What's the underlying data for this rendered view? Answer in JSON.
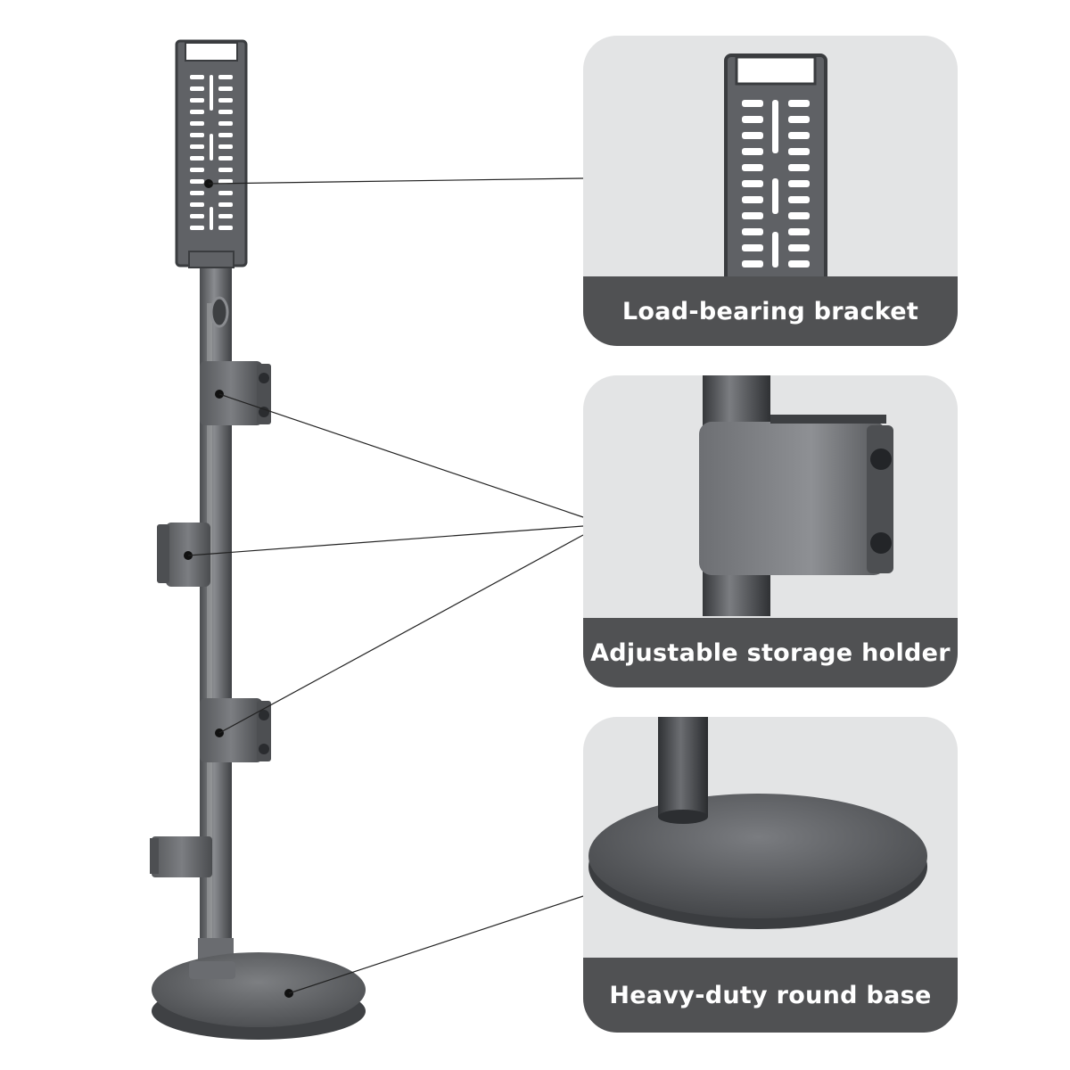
{
  "features": [
    {
      "id": "bracket",
      "label": "Load-bearing bracket",
      "icon": "bracket-photo"
    },
    {
      "id": "holder",
      "label": "Adjustable storage holder",
      "icon": "holder-photo"
    },
    {
      "id": "base",
      "label": "Heavy-duty round base",
      "icon": "base-photo"
    }
  ],
  "colors": {
    "steel": "#5d5f62",
    "label_bar": "#505153",
    "card_bg": "#e3e4e5",
    "text": "#ffffff"
  }
}
